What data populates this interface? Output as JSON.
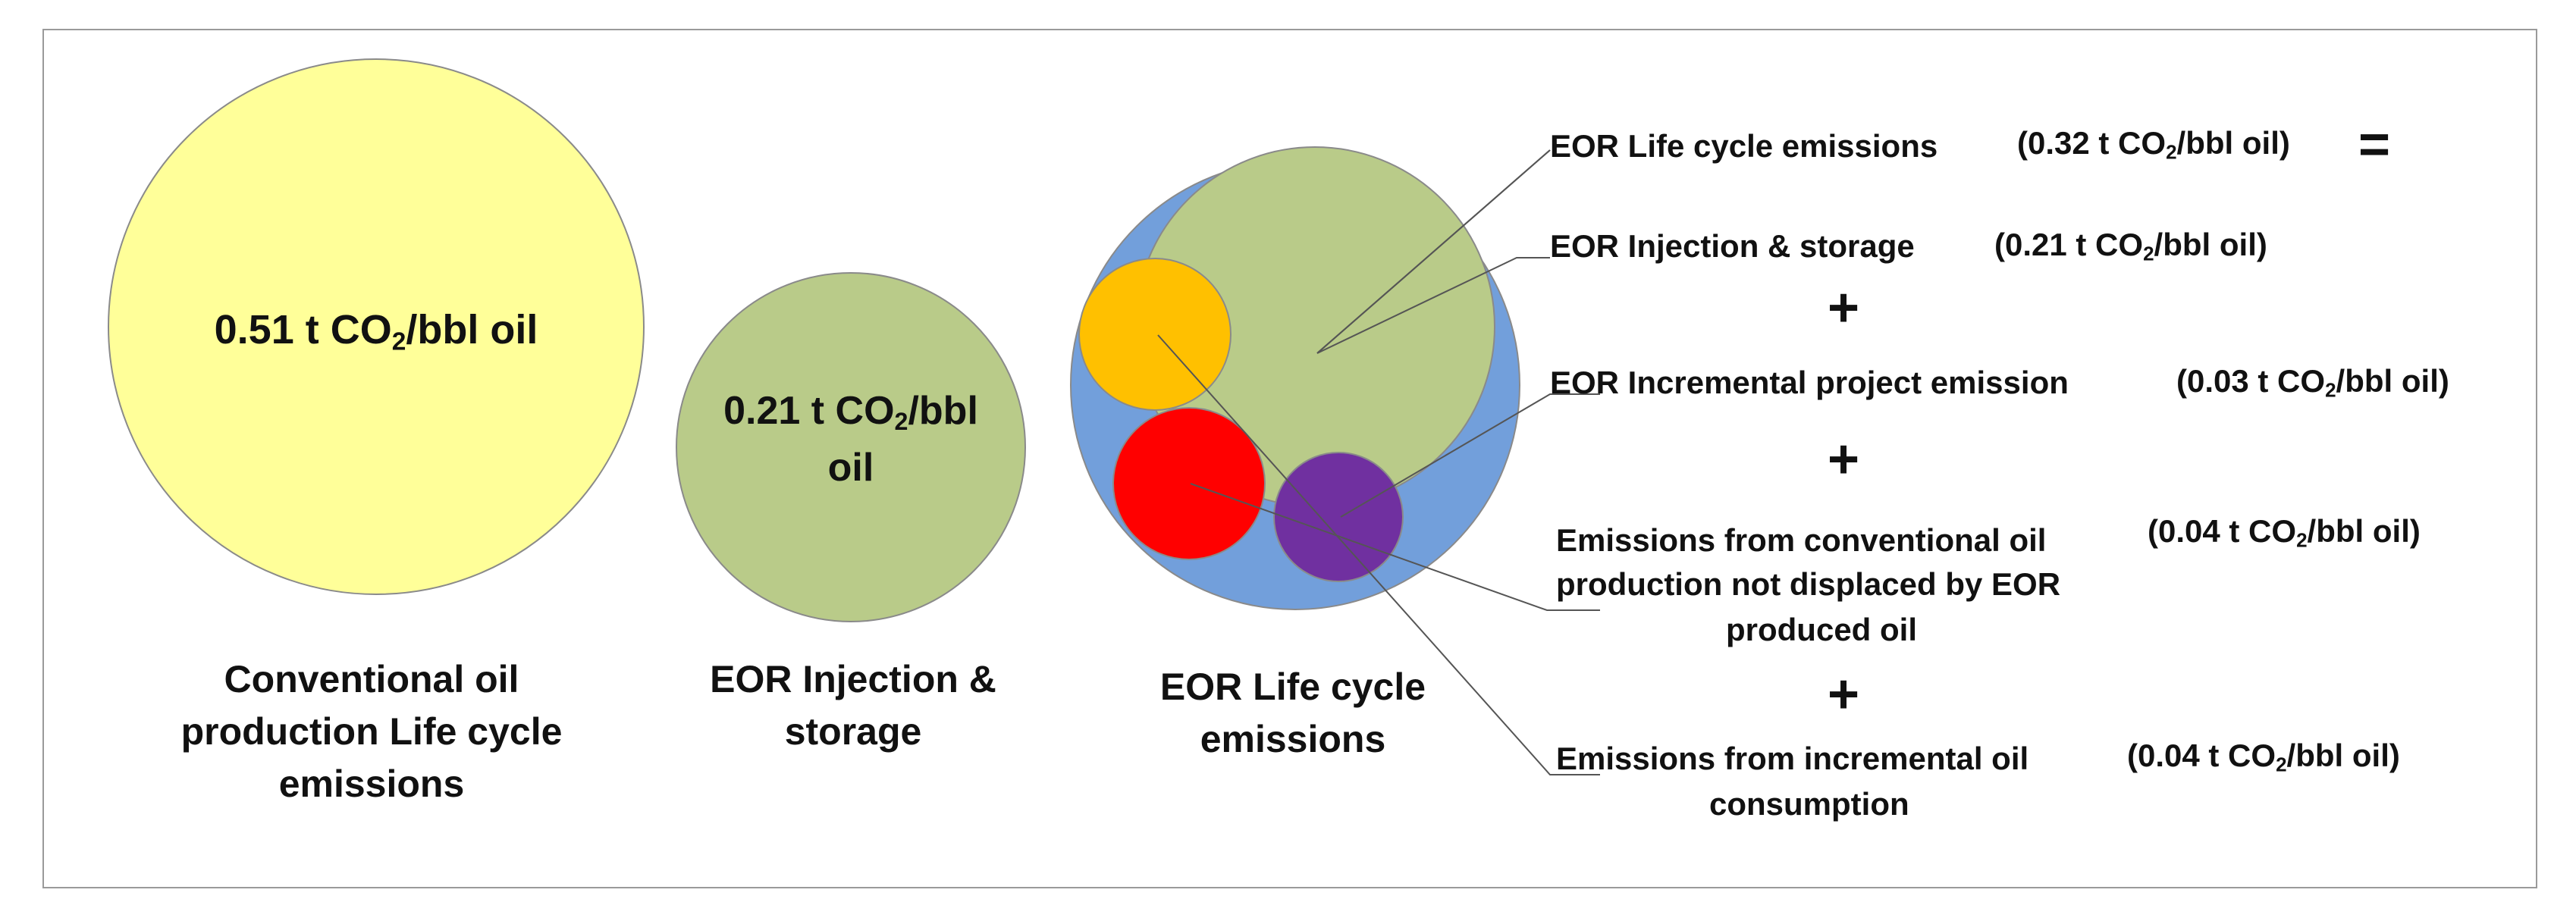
{
  "circles": {
    "conventional": {
      "value": "0.51 t CO",
      "sub": "2",
      "unit": "/bbl oil",
      "label": "Conventional oil production Life cycle emissions",
      "color": "#FFFF99"
    },
    "injection": {
      "value": "0.21 t CO",
      "sub": "2",
      "unit": "/bbl",
      "unit2": "oil",
      "label": "EOR Injection & storage",
      "color": "#B9CB89"
    },
    "lifecycle": {
      "label": "EOR Life cycle emissions",
      "outer_color": "#729FDB",
      "storage_color": "#B9CB89",
      "orange_color": "#FFC000",
      "red_color": "#FF0000",
      "purple_color": "#7030A0"
    }
  },
  "equation": {
    "row1": {
      "name": "EOR Life cycle emissions",
      "value": "(0.32 t CO",
      "sub": "2",
      "unit": "/bbl oil)",
      "op": "="
    },
    "row2": {
      "name": "EOR Injection & storage",
      "value": "(0.21 t CO",
      "sub": "2",
      "unit": "/bbl oil)",
      "op": "+"
    },
    "row3": {
      "name": "EOR Incremental project emission",
      "value": "(0.03 t CO",
      "sub": "2",
      "unit": "/bbl oil)",
      "op": "+"
    },
    "row4": {
      "line1": "Emissions from conventional oil",
      "line2": "production not displaced by EOR",
      "line3": "produced oil",
      "value": "(0.04 t CO",
      "sub": "2",
      "unit": "/bbl oil)",
      "op": "+"
    },
    "row5": {
      "line1": "Emissions from incremental oil",
      "line2": "consumption",
      "value": "(0.04 t CO",
      "sub": "2",
      "unit": "/bbl oil)"
    }
  }
}
